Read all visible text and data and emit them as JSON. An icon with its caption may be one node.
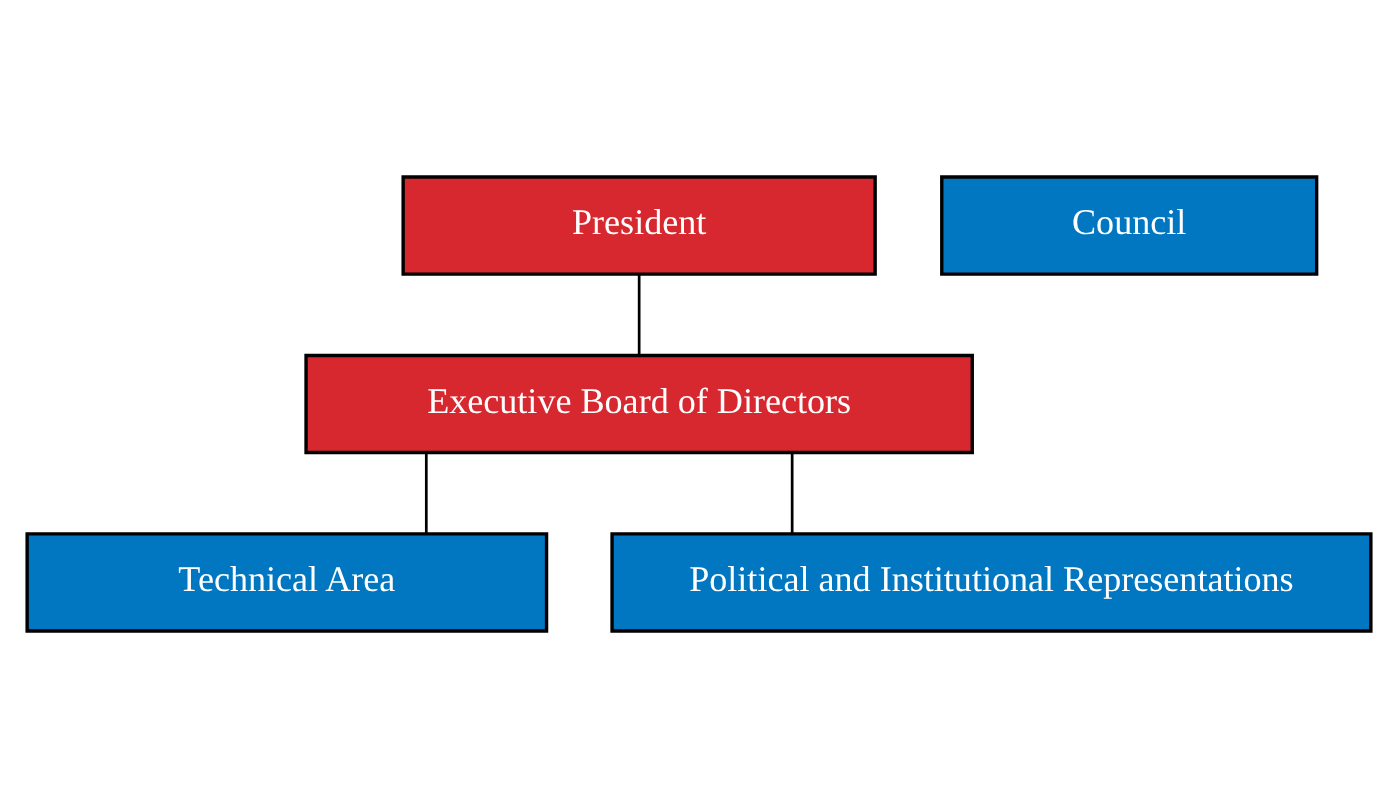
{
  "diagram": {
    "nodes": [
      {
        "text": [
          "President"
        ]
      },
      {
        "text": [
          "Council"
        ]
      },
      {
        "text": [
          "Executive Board of Directors"
        ]
      },
      {
        "text": [
          "Technical Area"
        ]
      },
      {
        "text": [
          "Political and Institutional Representations"
        ]
      }
    ],
    "edges": [
      {
        "from": 0,
        "to": 2,
        "arrow": "none"
      },
      {
        "from": 2,
        "to": 3,
        "arrow": "none"
      },
      {
        "from": 2,
        "to": 4,
        "arrow": "none"
      }
    ]
  }
}
